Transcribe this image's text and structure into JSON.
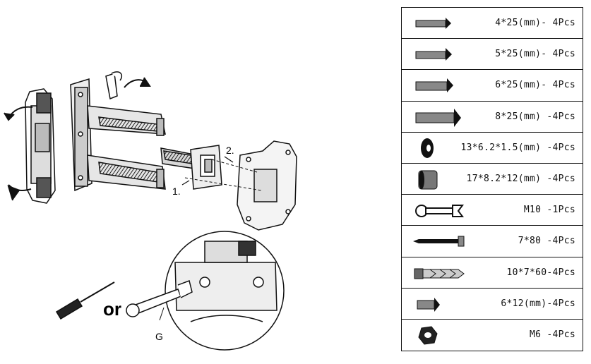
{
  "diagram": {
    "step1_label": "1.",
    "step2_label": "2.",
    "or_label": "or",
    "wrench_label": "G"
  },
  "parts": [
    {
      "icon": "screw-long-icon",
      "label": "4*25(mm)- 4Pcs"
    },
    {
      "icon": "screw-long-icon",
      "label": "5*25(mm)- 4Pcs"
    },
    {
      "icon": "screw-long-icon",
      "label": "6*25(mm)- 4Pcs"
    },
    {
      "icon": "screw-long-icon",
      "label": "8*25(mm) -4Pcs"
    },
    {
      "icon": "washer-icon",
      "label": "13*6.2*1.5(mm) -4Pcs"
    },
    {
      "icon": "spacer-icon",
      "label": "17*8.2*12(mm) -4Pcs"
    },
    {
      "icon": "wrench-icon",
      "label": "M10 -1Pcs"
    },
    {
      "icon": "lag-bolt-icon",
      "label": "7*80 -4Pcs"
    },
    {
      "icon": "wall-anchor-icon",
      "label": "10*7*60-4Pcs"
    },
    {
      "icon": "screw-short-icon",
      "label": "6*12(mm)-4Pcs"
    },
    {
      "icon": "nut-icon",
      "label": "M6 -4Pcs"
    }
  ]
}
